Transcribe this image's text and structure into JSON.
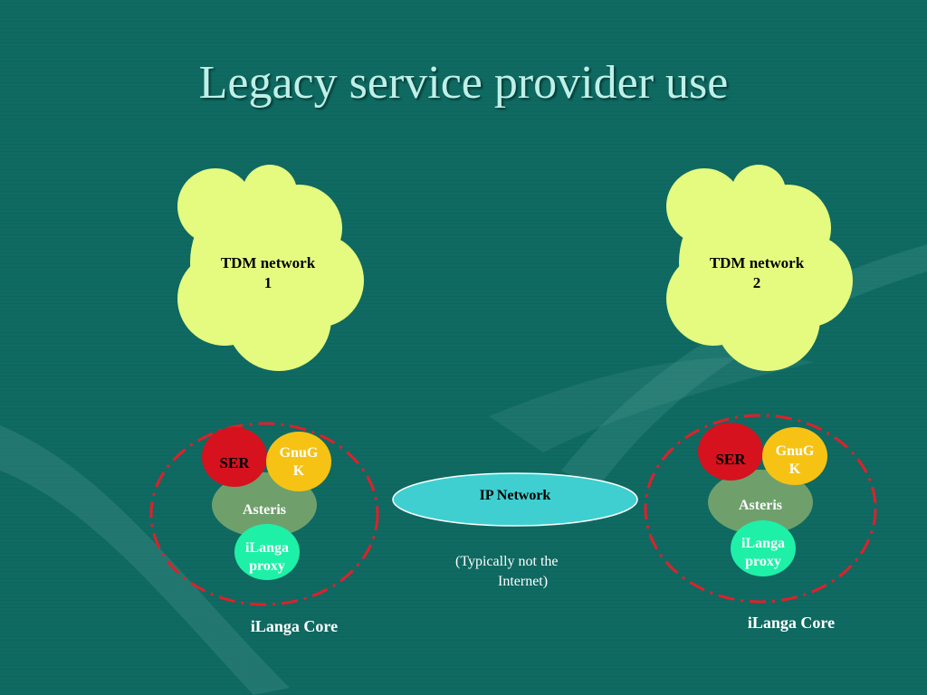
{
  "slide": {
    "title": "Legacy service provider use"
  },
  "clouds": [
    {
      "line1": "TDM network",
      "line2": "1"
    },
    {
      "line1": "TDM network",
      "line2": "2"
    }
  ],
  "cores": [
    {
      "ser": "SER",
      "gnugk_line1": "GnuG",
      "gnugk_line2": "K",
      "asteris": "Asteris",
      "proxy_line1": "iLanga",
      "proxy_line2": "proxy",
      "core_label": "iLanga Core"
    },
    {
      "ser": "SER",
      "gnugk_line1": "GnuG",
      "gnugk_line2": "K",
      "asteris": "Asteris",
      "proxy_line1": "iLanga",
      "proxy_line2": "proxy",
      "core_label": "iLanga Core"
    }
  ],
  "ip_network": {
    "label": "IP Network",
    "note_line1": "(Typically not the",
    "note_line2": "Internet)"
  },
  "colors": {
    "background": "#0f6a62",
    "cloud": "#e5fb7f",
    "ser": "#d5121e",
    "gnugk": "#f6c314",
    "asteris": "#6fa06c",
    "proxy": "#1ef0a8",
    "ip_network": "#3fcfd0",
    "dashed_boundary": "#e0202a"
  }
}
